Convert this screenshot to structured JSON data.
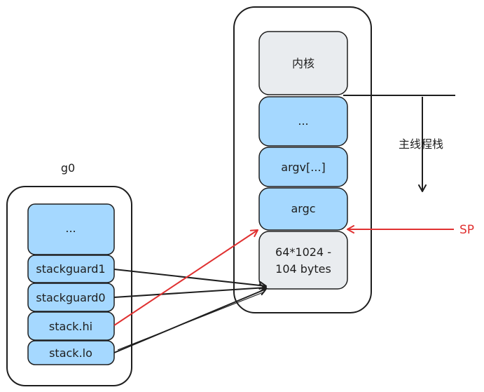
{
  "colors": {
    "blue_fill": "#a5d8ff",
    "gray_fill": "#e9ecef",
    "stroke": "#1e1e1e",
    "red": "#e03131"
  },
  "g0": {
    "label": "g0",
    "fields": [
      "...",
      "stackguard1",
      "stackguard0",
      "stack.hi",
      "stack.lo"
    ]
  },
  "main_stack": {
    "kernel_label": "内核",
    "cells": [
      "...",
      "argv[...]",
      "argc"
    ],
    "bottom_cell_line1": "64*1024 -",
    "bottom_cell_line2": "104 bytes",
    "side_label": "主线程栈",
    "sp_label": "SP"
  }
}
